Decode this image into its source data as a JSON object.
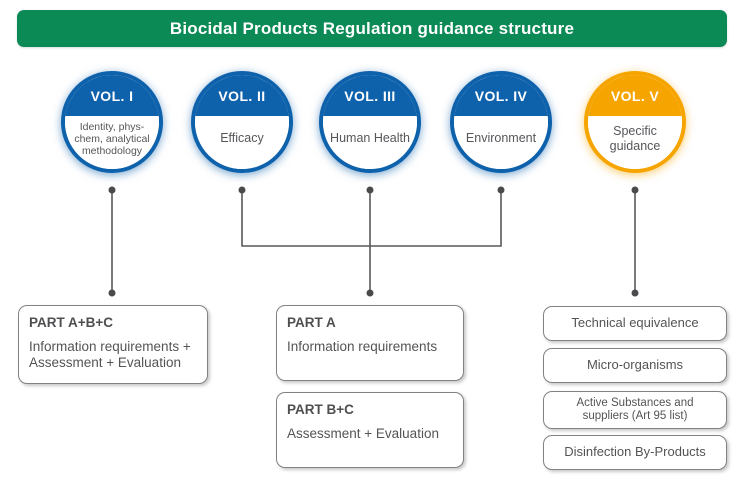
{
  "title": "Biocidal Products Regulation guidance structure",
  "colors": {
    "banner_green": "#0b8a55",
    "volume_blue": "#0e61ab",
    "volume_orange": "#f6a500",
    "connector_gray": "#58585a",
    "box_border_gray": "#828282",
    "text_gray": "#545456"
  },
  "volumes": [
    {
      "label": "VOL. I",
      "sublabel": "Identity, phys-chem, analytical methodology",
      "color": "#0e61ab"
    },
    {
      "label": "VOL. II",
      "sublabel": "Efficacy",
      "color": "#0e61ab"
    },
    {
      "label": "VOL. III",
      "sublabel": "Human Health",
      "color": "#0e61ab"
    },
    {
      "label": "VOL. IV",
      "sublabel": "Environment",
      "color": "#0e61ab"
    },
    {
      "label": "VOL. V",
      "sublabel": "Specific guidance",
      "color": "#f6a500"
    }
  ],
  "boxes": {
    "left": {
      "heading": "PART A+B+C",
      "body": "Information requirements + Assessment + Evaluation"
    },
    "middle": [
      {
        "heading": "PART A",
        "body": "Information requirements"
      },
      {
        "heading": "PART B+C",
        "body": "Assessment + Evaluation"
      }
    ],
    "right": [
      {
        "label": "Technical equivalence"
      },
      {
        "label": "Micro-organisms"
      },
      {
        "label": "Active Substances and suppliers (Art 95 list)"
      },
      {
        "label": "Disinfection By-Products"
      }
    ]
  }
}
